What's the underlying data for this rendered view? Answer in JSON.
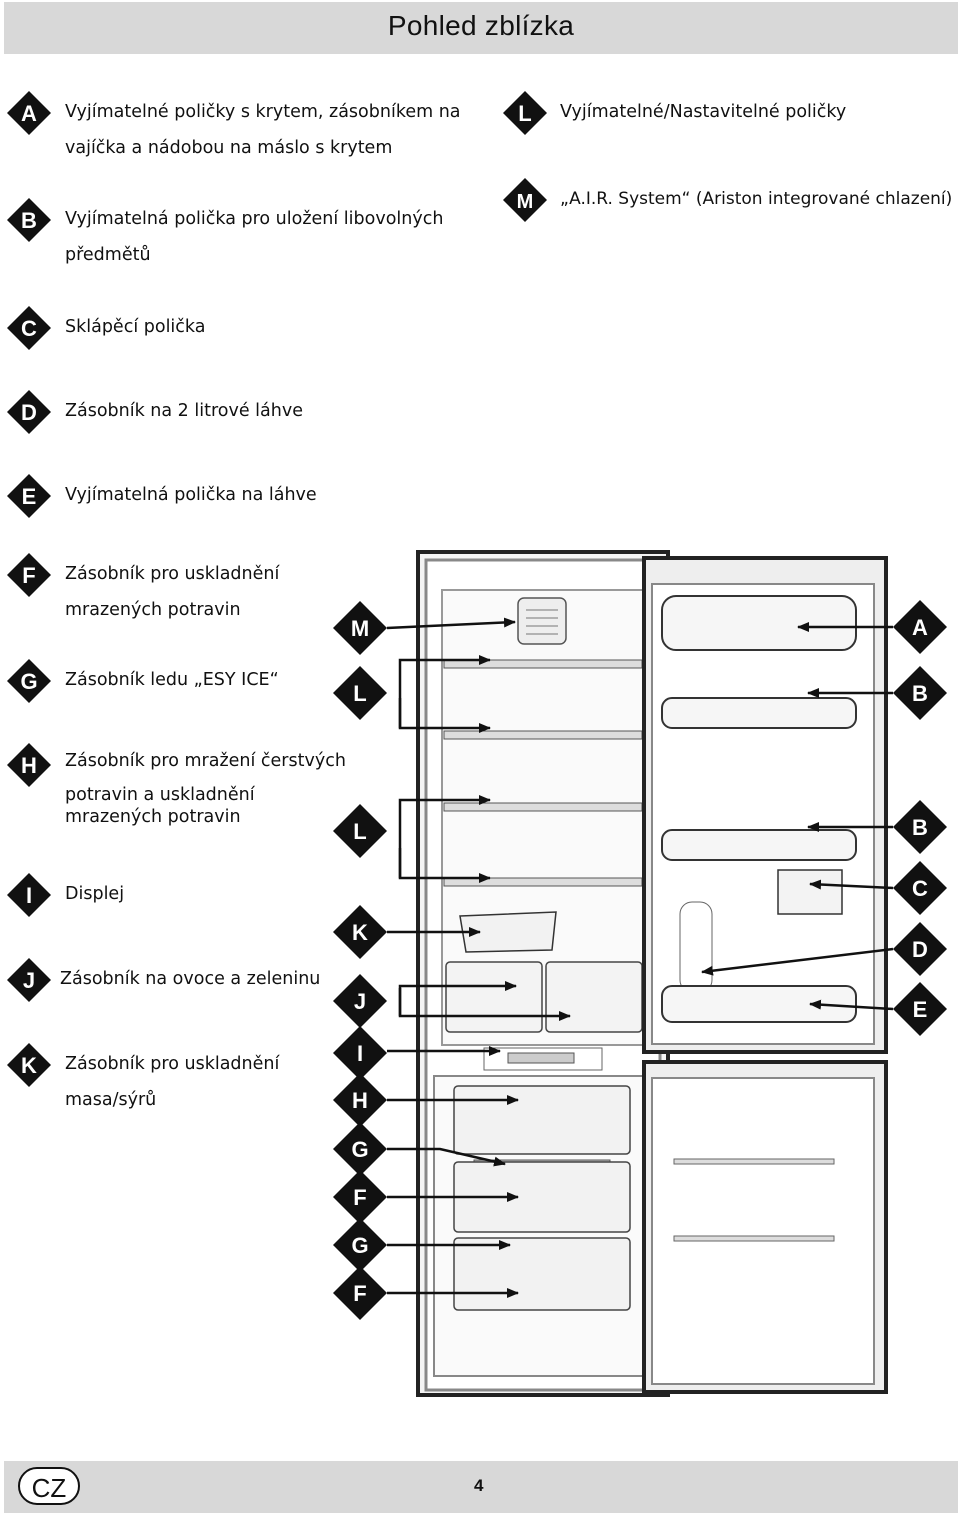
{
  "header": {
    "title": "Pohled  zblízka"
  },
  "legend_left": [
    {
      "letter": "A",
      "lines": [
        "Vyjímatelné poličky s krytem, zásobníkem na",
        "vajíčka a nádobou na máslo s krytem"
      ]
    },
    {
      "letter": "B",
      "lines": [
        "Vyjímatelná polička pro uložení libovolných",
        "předmětů"
      ]
    },
    {
      "letter": "C",
      "lines": [
        "Sklápěcí polička"
      ]
    },
    {
      "letter": "D",
      "lines": [
        "Zásobník na 2 litrové láhve"
      ]
    },
    {
      "letter": "E",
      "lines": [
        "Vyjímatelná polička na láhve"
      ]
    },
    {
      "letter": "F",
      "lines": [
        "Zásobník pro uskladnění",
        "mrazených potravin"
      ]
    },
    {
      "letter": "G",
      "lines": [
        "Zásobník ledu „ESY ICE“"
      ]
    },
    {
      "letter": "H",
      "lines": [
        "Zásobník pro mražení čerstvých",
        "potravin a uskladnění",
        "mrazených potravin"
      ]
    },
    {
      "letter": "I",
      "lines": [
        "Displej"
      ]
    },
    {
      "letter": "J",
      "lines": [
        "Zásobník na ovoce a zeleninu"
      ]
    },
    {
      "letter": "K",
      "lines": [
        "Zásobník pro uskladnění",
        "masa/sýrů"
      ]
    }
  ],
  "legend_right": [
    {
      "letter": "L",
      "lines": [
        "Vyjímatelné/Nastavitelné poličky"
      ]
    },
    {
      "letter": "M",
      "lines": [
        "„A.I.R. System“ (Ariston integrované chlazení)"
      ]
    }
  ],
  "diagram_callouts": {
    "left": [
      "M",
      "L",
      "L",
      "K",
      "J",
      "I",
      "H",
      "G",
      "F",
      "G",
      "F"
    ],
    "right": [
      "A",
      "B",
      "B",
      "C",
      "D",
      "E"
    ]
  },
  "footer": {
    "language": "CZ",
    "page_number": "4"
  },
  "colors": {
    "badge_fill": "#111111",
    "band": "#d8d8d8",
    "fridge_frame": "#aaaaaa"
  }
}
